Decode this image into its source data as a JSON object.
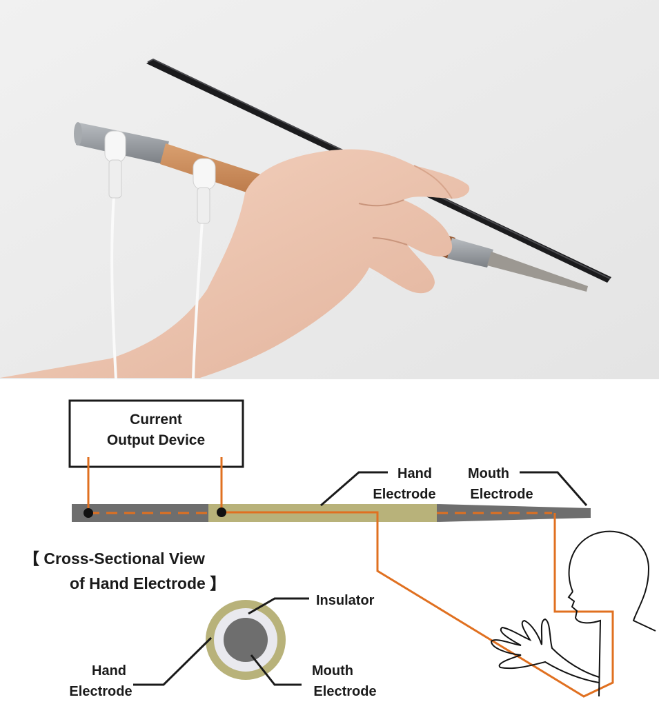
{
  "figure": {
    "photo": {
      "subject": "chopsticks-held-in-hand",
      "icons": [
        "hand-icon",
        "chopstick-icon",
        "electrode-connector-icon",
        "lead-wire-icon"
      ]
    },
    "diagram": {
      "device_label": [
        "Current",
        "Output Device"
      ],
      "hand_electrode_label": [
        "Hand",
        "Electrode"
      ],
      "mouth_electrode_label": [
        "Mouth",
        "Electrode"
      ],
      "cross_section_title": [
        "【 Cross-Sectional View",
        "of Hand Electrode 】"
      ],
      "cross_labels": {
        "insulator": "Insulator",
        "hand_electrode": [
          "Hand",
          "Electrode"
        ],
        "mouth_electrode": [
          "Mouth",
          "Electrode"
        ]
      }
    },
    "colors": {
      "current_path": "#e07020",
      "hand_electrode": "#b8b27a",
      "mouth_electrode": "#6e6e6e",
      "insulator": "#e9e9ee",
      "outline": "#1a1a1a"
    }
  }
}
